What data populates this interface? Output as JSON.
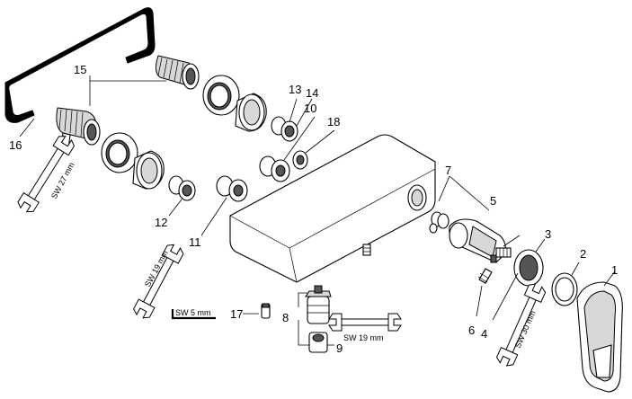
{
  "labels": {
    "p1": "1",
    "p2": "2",
    "p3": "3",
    "p4": "4",
    "p5": "5",
    "p6": "6",
    "p7": "7",
    "p8": "8",
    "p9": "9",
    "p10": "10",
    "p11": "11",
    "p12": "12",
    "p13": "13",
    "p14": "14",
    "p15": "15",
    "p16": "16",
    "p17": "17",
    "p18": "18"
  },
  "wrenches": {
    "sw27": "SW 27 mm",
    "sw19a": "SW 19 mm",
    "sw19b": "SW 19 mm",
    "sw30": "SW 30 mm",
    "sw5": "SW 5 mm"
  }
}
